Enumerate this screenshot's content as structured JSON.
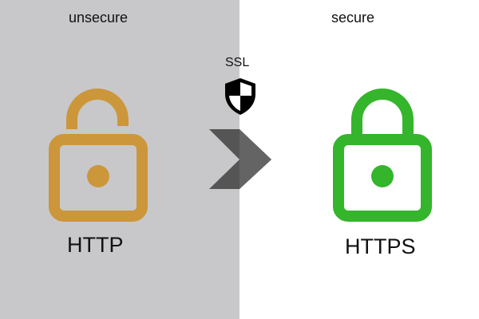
{
  "left": {
    "caption": "unsecure",
    "protocol": "HTTP",
    "lock_color": "#cc963a"
  },
  "right": {
    "caption": "secure",
    "protocol": "HTTPS",
    "lock_color": "#34b52b"
  },
  "center": {
    "label": "SSL",
    "shield_icon": "shield-icon",
    "arrow_icon": "chevron-right-icon"
  },
  "colors": {
    "left_bg": "#c8c8ca",
    "right_bg": "#ffffff"
  }
}
